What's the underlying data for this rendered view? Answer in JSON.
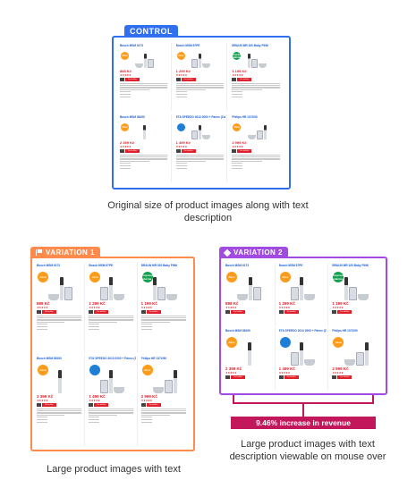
{
  "control": {
    "badge": "CONTROL",
    "caption": "Original size of product images along with text description",
    "products": [
      {
        "name": "Bosch MSM 6173",
        "price": "888 Kč",
        "round": "Akce"
      },
      {
        "name": "Bosch MSM 67PE",
        "price": "1 299 Kč",
        "round": "Akce"
      },
      {
        "name": "BRAUN MR 320 Baby PINK",
        "price": "1 199 Kč",
        "round": "Doprava zdarma"
      },
      {
        "name": "Bosch MSM 88190",
        "price": "2 399 Kč",
        "round": "Akce"
      },
      {
        "name": "ETA SPEEDO 3013 0000 + Pánev (Zdarma)",
        "price": "1 499 Kč",
        "round": ""
      },
      {
        "name": "Philips HR 1372/90",
        "price": "2 999 Kč",
        "round": "Akce"
      }
    ]
  },
  "variation1": {
    "badge": "VARIATION 1",
    "caption": "Large product images with text",
    "products": [
      {
        "name": "Bosch MSM 6173",
        "price": "888 Kč",
        "round": "Akce"
      },
      {
        "name": "Bosch MSM 67PE",
        "price": "1 299 Kč",
        "round": "Akce"
      },
      {
        "name": "BRAUN MR 320 Baby PINK",
        "price": "1 199 Kč",
        "round": "Doprava zdarma"
      },
      {
        "name": "Bosch MSM 88190",
        "price": "2 399 Kč",
        "round": "Akce"
      },
      {
        "name": "ETA SPEEDO 3013 0000 + Pánev (Zdarma)",
        "price": "1 499 Kč",
        "round": ""
      },
      {
        "name": "Philips HR 1372/90",
        "price": "2 999 Kč",
        "round": "Akce"
      }
    ]
  },
  "variation2": {
    "badge": "VARIATION 2",
    "caption": "Large product images with text description viewable on mouse over",
    "result": "9.46% increase in revenue",
    "products": [
      {
        "name": "Bosch MSM 6173",
        "price": "888 Kč",
        "round": "Akce"
      },
      {
        "name": "Bosch MSM 67PE",
        "price": "1 299 Kč",
        "round": "Akce"
      },
      {
        "name": "BRAUN MR 320 Baby PINK",
        "price": "1 199 Kč",
        "round": "Doprava zdarma"
      },
      {
        "name": "Bosch MSM 88190",
        "price": "2 399 Kč",
        "round": "Akce"
      },
      {
        "name": "ETA SPEEDO 3013 0000 + Pánev (Zdarma)",
        "price": "1 499 Kč",
        "round": ""
      },
      {
        "name": "Philips HR 1372/90",
        "price": "2 999 Kč",
        "round": "Akce"
      }
    ]
  },
  "labels": {
    "buy": "Do košíku"
  },
  "colors": {
    "control": "#2f6ff0",
    "variation1": "#ff8a4c",
    "variation2": "#a14be3",
    "result": "#c2185b",
    "price": "#e0202b"
  }
}
